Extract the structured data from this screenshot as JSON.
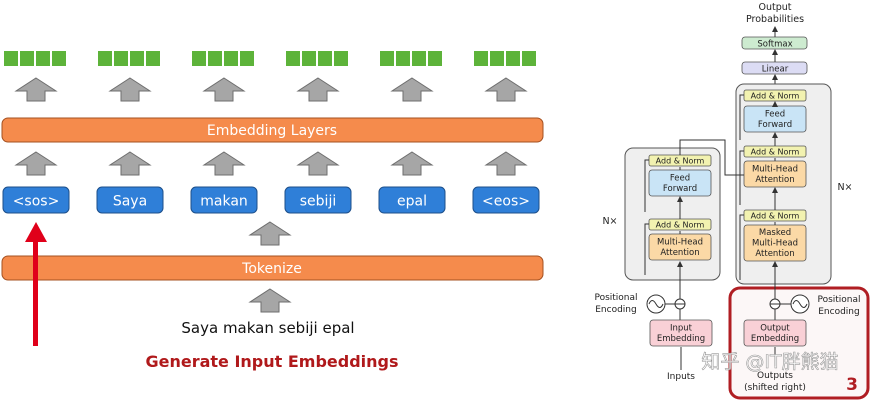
{
  "left": {
    "token_boxes": [
      "<sos>",
      "Saya",
      "makan",
      "sebiji",
      "epal",
      "<eos>"
    ],
    "embedding_label": "Embedding Layers",
    "tokenize_label": "Tokenize",
    "sentence": "Saya makan sebiji epal",
    "caption": "Generate Input Embeddings",
    "colors": {
      "orange": "#f58b4c",
      "blue": "#2f7fd8",
      "green": "#5db33a",
      "red_arrow": "#e0001a",
      "caption": "#b0191b",
      "gray_arrow": "#a6a6a6"
    }
  },
  "right": {
    "output_probabilities": [
      "Output",
      "Probabilities"
    ],
    "softmax": "Softmax",
    "linear": "Linear",
    "add_norm": "Add & Norm",
    "feed_forward": [
      "Feed",
      "Forward"
    ],
    "multi_head": [
      "Multi-Head",
      "Attention"
    ],
    "masked_multi_head": [
      "Masked",
      "Multi-Head",
      "Attention"
    ],
    "nx_left": "N×",
    "nx_right": "N×",
    "positional_encoding": [
      "Positional",
      "Encoding"
    ],
    "input_embedding": [
      "Input",
      "Embedding"
    ],
    "output_embedding": [
      "Output",
      "Embedding"
    ],
    "inputs": "Inputs",
    "outputs": [
      "Outputs",
      "(shifted right)"
    ],
    "watermark": "知乎 @IT胖熊猫",
    "badge_number": "3",
    "colors": {
      "add_norm": "#f2f2b0",
      "feed_forward": "#c9e4f6",
      "attention": "#fbd9a6",
      "embedding": "#f9d0d6",
      "softmax": "#cdebd0",
      "linear": "#dcdcf4",
      "highlight": "#b01e23"
    }
  }
}
